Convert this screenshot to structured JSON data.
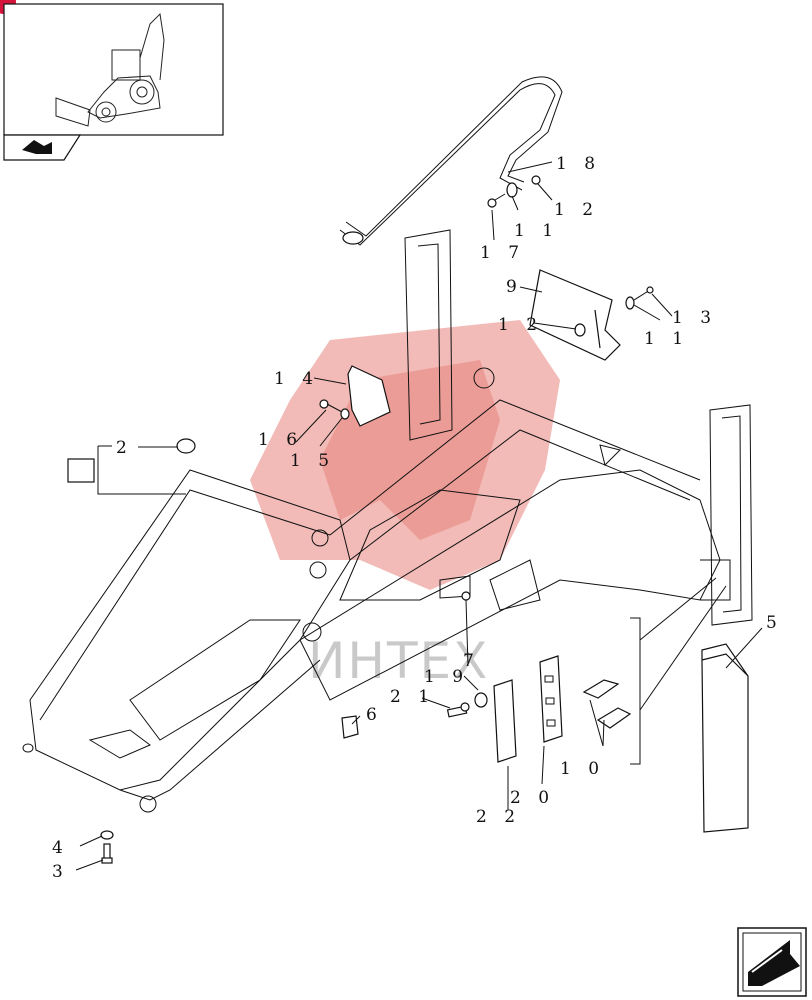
{
  "watermark": {
    "text": "ИНТЕХ"
  },
  "thumbnail": {
    "icon": "backhoe-loader-thumbnail",
    "nav_icon": "previous-page-arrow-icon"
  },
  "nav": {
    "next_icon": "next-page-arrow-icon"
  },
  "callouts": {
    "c2": "2",
    "c3": "3",
    "c4": "4",
    "c5": "5",
    "c6": "6",
    "c7": "7",
    "c9": "9",
    "c10": "1 0",
    "c11a": "1 1",
    "c11b": "1 1",
    "c12a": "1 2",
    "c12b": "1 2",
    "c13": "1 3",
    "c14": "1 4",
    "c15": "1 5",
    "c16": "1 6",
    "c17": "1 7",
    "c18": "1 8",
    "c19": "1 9",
    "c20": "2 0",
    "c21": "2 1",
    "c22": "2 2"
  }
}
